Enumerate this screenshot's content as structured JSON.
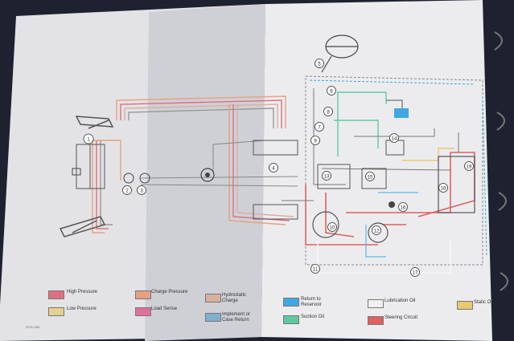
{
  "document_id": "90011088",
  "callouts": [
    "1",
    "2",
    "3",
    "4",
    "5",
    "6",
    "7",
    "8",
    "9",
    "10",
    "11",
    "12",
    "13",
    "14",
    "15",
    "16",
    "17",
    "18",
    "19"
  ],
  "legend": [
    {
      "key": "high",
      "text": "High Pressure",
      "color": "#e07080"
    },
    {
      "key": "low",
      "text": "Low Pressure",
      "color": "#e8d090"
    },
    {
      "key": "charge",
      "text": "Charge Pressure",
      "color": "#e8a080"
    },
    {
      "key": "load",
      "text": "Load Sense",
      "color": "#e07098"
    },
    {
      "key": "hydrostatic",
      "text": "Hydrostatic Charge",
      "color": "#d8b0a0"
    },
    {
      "key": "implement",
      "text": "Implement or Case Return",
      "color": "#80b0d0"
    },
    {
      "key": "return",
      "text": "Return to Reservoir",
      "color": "#40a8e0"
    },
    {
      "key": "suction",
      "text": "Suction Oil",
      "color": "#60c8a0"
    },
    {
      "key": "lube",
      "text": "Lubrication Oil",
      "color": "#f0f0f0"
    },
    {
      "key": "steering",
      "text": "Steering Circuit",
      "color": "#e06060"
    },
    {
      "key": "static",
      "text": "Static Oil",
      "color": "#e8c870"
    }
  ]
}
